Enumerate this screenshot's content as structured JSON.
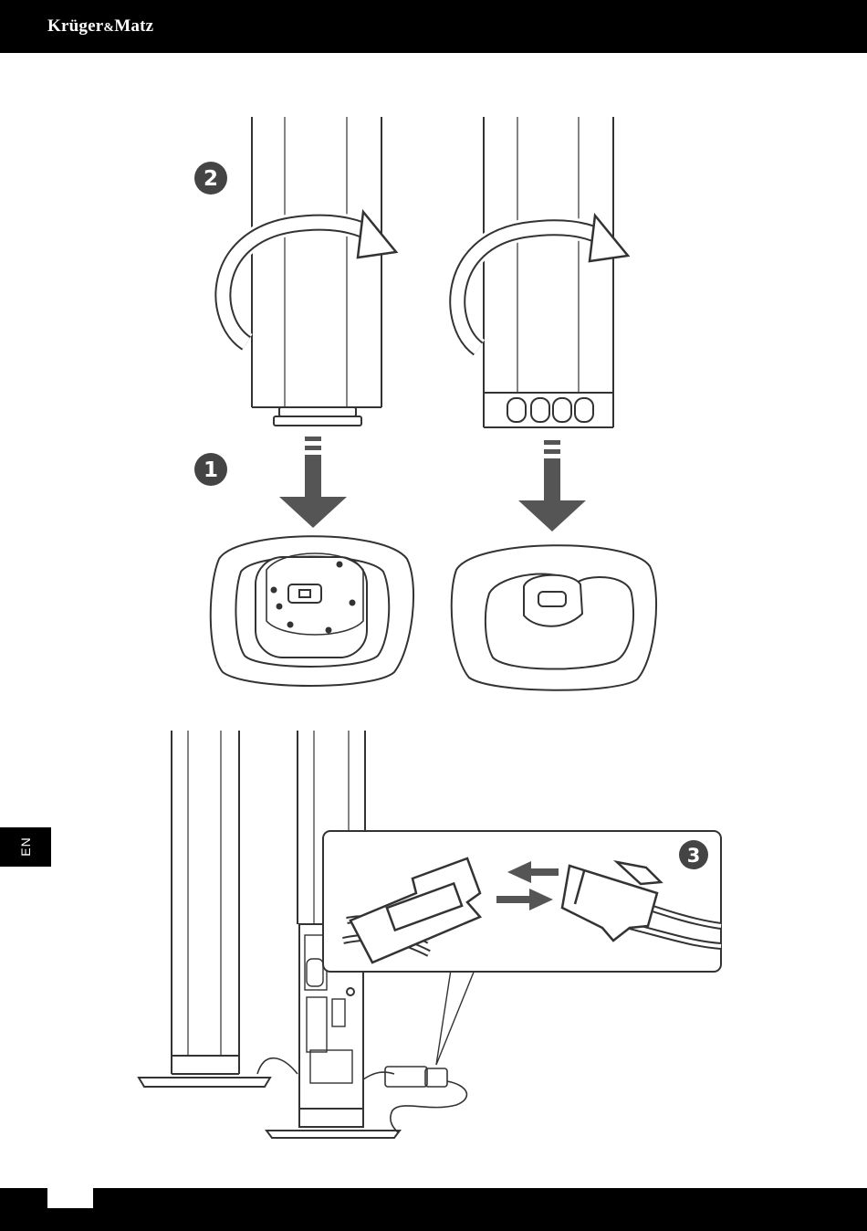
{
  "header": {
    "brand_main": "Krüger",
    "brand_amp": "&",
    "brand_end": "Matz"
  },
  "side_tab": {
    "language": "EN"
  },
  "steps": {
    "step1": "1",
    "step2": "2",
    "step3": "3"
  },
  "colors": {
    "bar": "#000000",
    "line": "#333333",
    "arrow": "#555555",
    "badge": "#444444"
  }
}
